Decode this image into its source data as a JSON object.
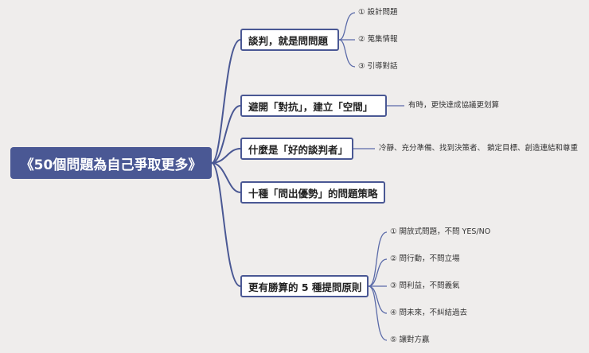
{
  "root": {
    "label": "《50個問題為自己爭取更多》"
  },
  "branches": [
    {
      "label": "談判，就是問問題",
      "children": [
        "① 設計問題",
        "② 蒐集情報",
        "③ 引導對話"
      ]
    },
    {
      "label": "避開「對抗」，建立「空間」",
      "children": [
        "有時，更快達成協議更划算"
      ]
    },
    {
      "label": "什麼是「好的談判者」",
      "children": [
        "冷靜、充分準備、找到決策者、 鎖定目標、創造連結和尊重"
      ]
    },
    {
      "label": "十種「問出優勢」的問題策略",
      "children": []
    },
    {
      "label": "更有勝算的 5 種提問原則",
      "children": [
        "① 開放式問題，不問 YES/NO",
        "② 問行動，不問立場",
        "③ 問利益，不問義氣",
        "④ 問未來，不糾結過去",
        "⑤ 讓對方贏"
      ]
    }
  ],
  "colors": {
    "line": "#4a5894",
    "root_fill": "#4a5894",
    "background": "#efedec",
    "leaf_line": "#5a6aa8"
  }
}
